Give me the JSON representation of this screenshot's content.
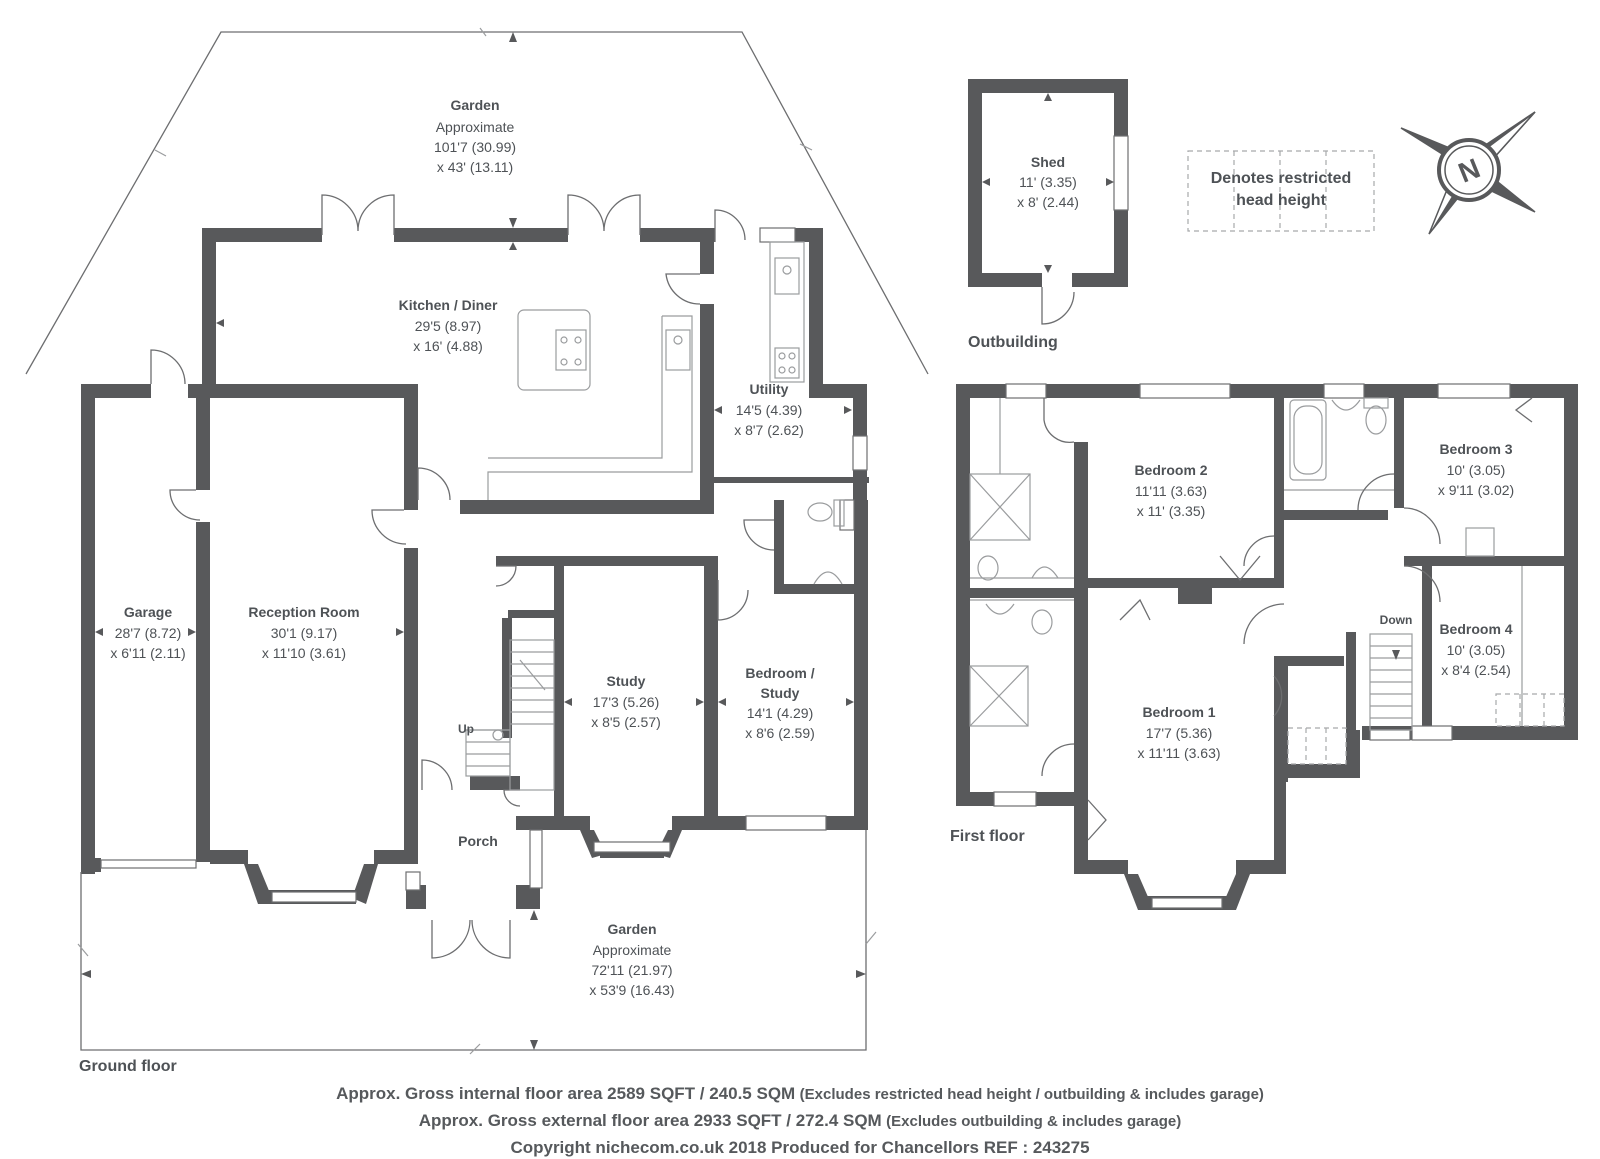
{
  "floors": {
    "ground": "Ground floor",
    "first": "First floor",
    "outbuilding": "Outbuilding"
  },
  "legend": {
    "line1": "Denotes restricted",
    "line2": "head height"
  },
  "compass": {
    "letter": "N",
    "icon": "north-compass-icon"
  },
  "rooms": {
    "garden_rear": {
      "name": "Garden",
      "l1": "Approximate",
      "l2": "101'7 (30.99)",
      "l3": "x 43' (13.11)"
    },
    "garden_front": {
      "name": "Garden",
      "l1": "Approximate",
      "l2": "72'11 (21.97)",
      "l3": "x 53'9 (16.43)"
    },
    "kitchen": {
      "name": "Kitchen / Diner",
      "l1": "29'5 (8.97)",
      "l2": "x 16' (4.88)"
    },
    "utility": {
      "name": "Utility",
      "l1": "14'5 (4.39)",
      "l2": "x 8'7 (2.62)"
    },
    "garage": {
      "name": "Garage",
      "l1": "28'7 (8.72)",
      "l2": "x 6'11 (2.11)"
    },
    "reception": {
      "name": "Reception Room",
      "l1": "30'1 (9.17)",
      "l2": "x 11'10 (3.61)"
    },
    "study": {
      "name": "Study",
      "l1": "17'3 (5.26)",
      "l2": "x 8'5 (2.57)"
    },
    "bedroom_study": {
      "name1": "Bedroom /",
      "name2": "Study",
      "l1": "14'1 (4.29)",
      "l2": "x 8'6 (2.59)"
    },
    "porch": {
      "name": "Porch"
    },
    "shed": {
      "name": "Shed",
      "l1": "11' (3.35)",
      "l2": "x 8' (2.44)"
    },
    "bedroom1": {
      "name": "Bedroom 1",
      "l1": "17'7 (5.36)",
      "l2": "x 11'11 (3.63)"
    },
    "bedroom2": {
      "name": "Bedroom 2",
      "l1": "11'11 (3.63)",
      "l2": "x 11' (3.35)"
    },
    "bedroom3": {
      "name": "Bedroom 3",
      "l1": "10' (3.05)",
      "l2": "x 9'11 (3.02)"
    },
    "bedroom4": {
      "name": "Bedroom 4",
      "l1": "10' (3.05)",
      "l2": "x 8'4 (2.54)"
    }
  },
  "stairs": {
    "up": "Up",
    "down": "Down"
  },
  "footer": {
    "line1_main": "Approx. Gross internal floor area 2589 SQFT / 240.5 SQM",
    "line1_note": "(Excludes restricted head height / outbuilding & includes garage)",
    "line2_main": "Approx. Gross external floor area 2933 SQFT / 272.4 SQM",
    "line2_note": "(Excludes outbuilding & includes garage)",
    "line3": "Copyright nichecom.co.uk 2018 Produced for Chancellors  REF : 243275"
  }
}
